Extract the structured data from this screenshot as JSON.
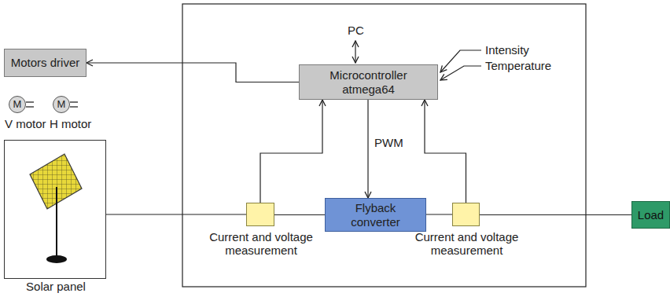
{
  "diagram": {
    "nodes": [
      {
        "text": [
          "Motors driver"
        ]
      },
      {
        "text": [
          "Microcontroller atmega64"
        ]
      },
      {
        "text": [
          "Solar panel"
        ]
      },
      {
        "text": [
          "Current and voltage measurement"
        ]
      },
      {
        "text": [
          "Flyback converter"
        ]
      },
      {
        "text": [
          "Current and voltage measurement"
        ]
      },
      {
        "text": [
          "Load"
        ]
      },
      {
        "text": [
          "M",
          "V motor"
        ]
      },
      {
        "text": [
          "M",
          "H motor"
        ]
      }
    ],
    "edges": [
      {
        "from": 1,
        "to": 0,
        "arrow": "to"
      },
      {
        "from": 2,
        "to": 3,
        "arrow": "none"
      },
      {
        "from": 3,
        "to": 4,
        "arrow": "none"
      },
      {
        "from": 4,
        "to": 5,
        "arrow": "none"
      },
      {
        "from": 5,
        "to": 6,
        "arrow": "none"
      },
      {
        "from": 3,
        "to": 1,
        "arrow": "to"
      },
      {
        "from": 5,
        "to": 1,
        "arrow": "to"
      },
      {
        "from": 1,
        "to": 4,
        "arrow": "to",
        "label": "PWM"
      }
    ],
    "labels": [
      "PC",
      "Intensity",
      "Temperature"
    ]
  }
}
